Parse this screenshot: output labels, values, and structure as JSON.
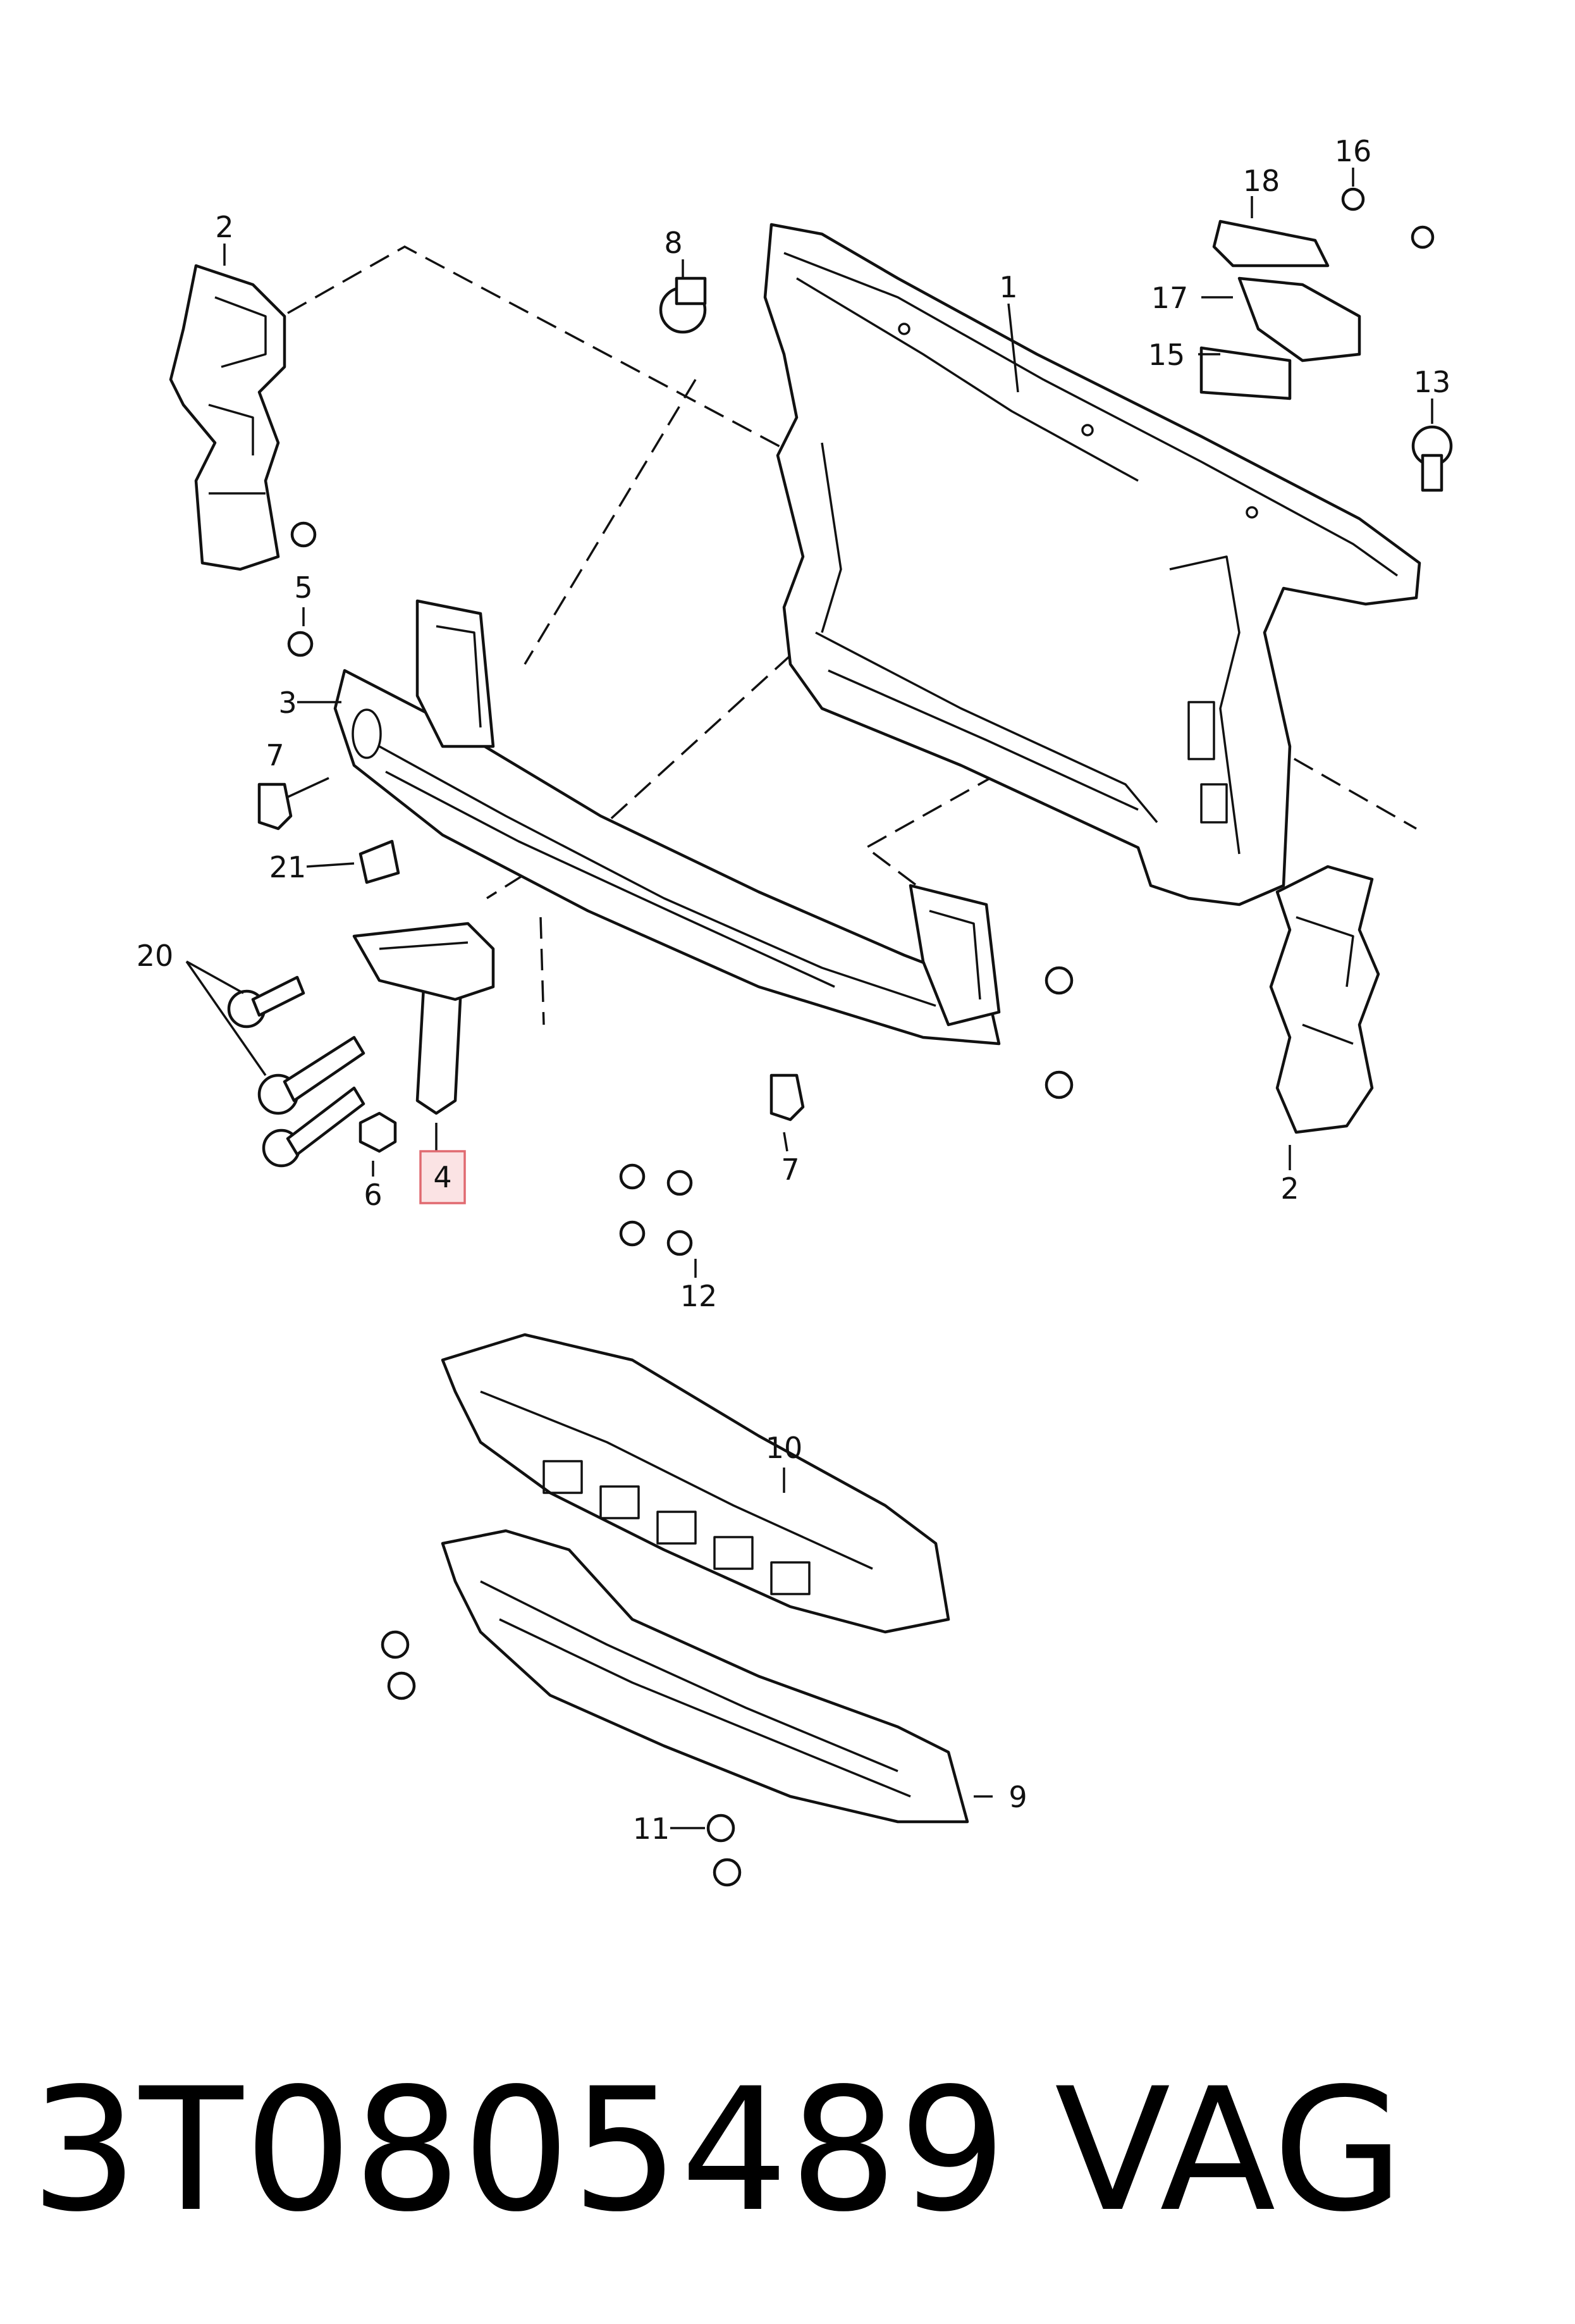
{
  "diagram": {
    "callouts": [
      {
        "id": "c1",
        "text": "1"
      },
      {
        "id": "c2a",
        "text": "2"
      },
      {
        "id": "c2b",
        "text": "2"
      },
      {
        "id": "c3",
        "text": "3"
      },
      {
        "id": "c4",
        "text": "4"
      },
      {
        "id": "c5",
        "text": "5"
      },
      {
        "id": "c6",
        "text": "6"
      },
      {
        "id": "c7a",
        "text": "7"
      },
      {
        "id": "c7b",
        "text": "7"
      },
      {
        "id": "c8",
        "text": "8"
      },
      {
        "id": "c9",
        "text": "9"
      },
      {
        "id": "c10",
        "text": "10"
      },
      {
        "id": "c11",
        "text": "11"
      },
      {
        "id": "c12",
        "text": "12"
      },
      {
        "id": "c13",
        "text": "13"
      },
      {
        "id": "c15",
        "text": "15"
      },
      {
        "id": "c16",
        "text": "16"
      },
      {
        "id": "c17",
        "text": "17"
      },
      {
        "id": "c18",
        "text": "18"
      },
      {
        "id": "c20",
        "text": "20"
      },
      {
        "id": "c21",
        "text": "21"
      }
    ],
    "highlighted_callout": "4",
    "highlight_color": "#e06a70"
  },
  "footer": {
    "part_number": "3T0805489",
    "brand": "VAG"
  }
}
